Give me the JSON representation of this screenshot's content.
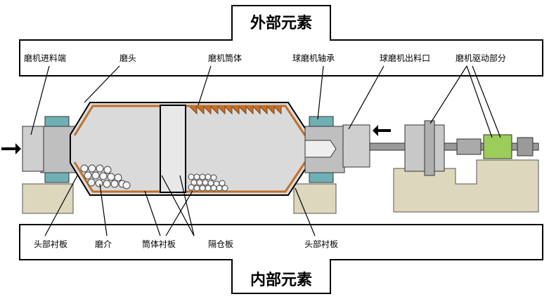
{
  "title_top": "外部元素",
  "title_bottom": "内部元素",
  "labels_top": [
    "磨机进料端",
    "磨头",
    "磨机筒体",
    "球磨机轴承",
    "球磨机出料口",
    "磨机驱动部分"
  ],
  "labels_bottom": [
    "头部衬板",
    "磨介",
    "筒体衬板",
    "隔仓板",
    "头部衬板"
  ],
  "colors": {
    "shell": "#dadada",
    "lining": "#c0702a",
    "base": "#ddd8bd",
    "bearing": "#6fb0b4",
    "motor": "#9ccc5a",
    "frame": "#000000"
  }
}
